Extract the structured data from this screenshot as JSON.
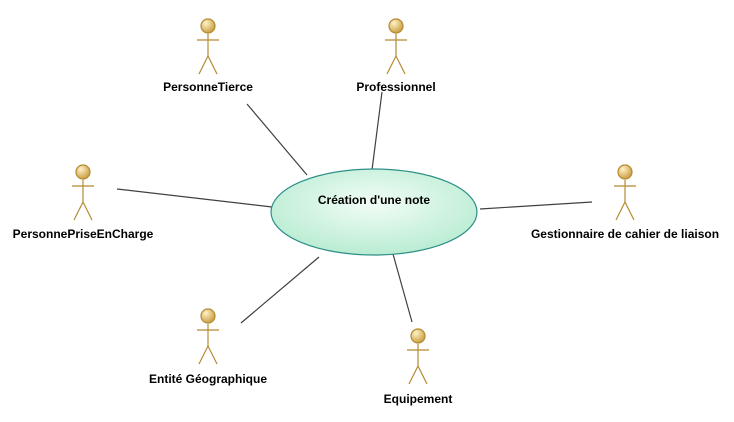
{
  "diagram": {
    "use_case": {
      "label": "Création d'une note"
    },
    "actors": [
      {
        "id": "personne-tierce",
        "label": "PersonneTierce"
      },
      {
        "id": "professionnel",
        "label": "Professionnel"
      },
      {
        "id": "personne-prise-en-charge",
        "label": "PersonnePriseEnCharge"
      },
      {
        "id": "gestionnaire",
        "label": "Gestionnaire de cahier de liaison"
      },
      {
        "id": "entite-geographique",
        "label": "Entité Géographique"
      },
      {
        "id": "equipement",
        "label": "Equipement"
      }
    ],
    "colors": {
      "actor_stroke": "#b58a32",
      "actor_head_light": "#fff2c8",
      "actor_head_dark": "#c89a3c",
      "usecase_fill_light": "#f2fdf6",
      "usecase_fill_dark": "#b9ecd2",
      "usecase_stroke": "#2e8f8a",
      "association": "#404040"
    }
  }
}
